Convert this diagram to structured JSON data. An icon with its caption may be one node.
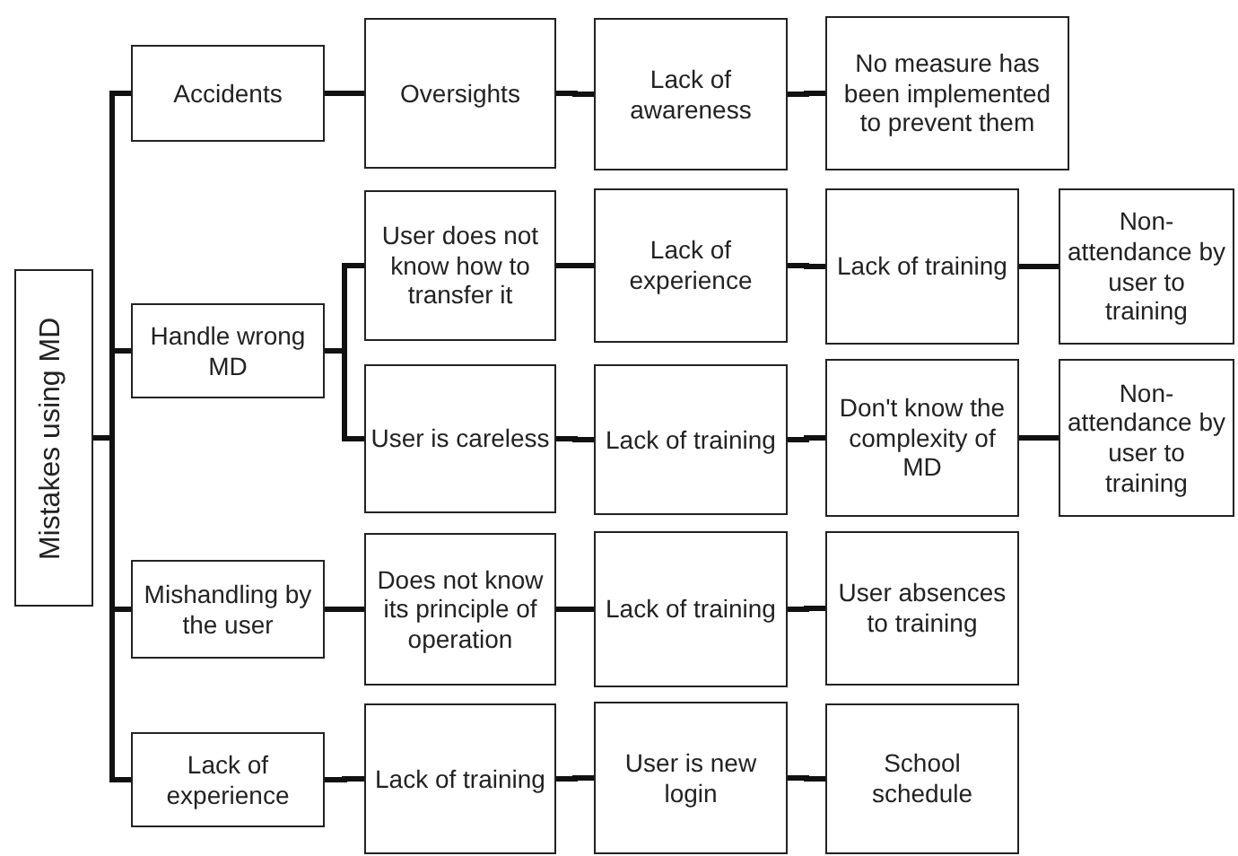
{
  "diagram": {
    "nodes": [
      {
        "text": [
          "Mistakes using MD"
        ]
      },
      {
        "text": [
          "Accidents"
        ]
      },
      {
        "text": [
          "Oversights"
        ]
      },
      {
        "text": [
          "Lack of awareness"
        ]
      },
      {
        "text": [
          "No measure has been implemented to prevent them"
        ]
      },
      {
        "text": [
          "Handle wrong MD"
        ]
      },
      {
        "text": [
          "User does not know how to transfer it"
        ]
      },
      {
        "text": [
          "Lack of experience"
        ]
      },
      {
        "text": [
          "Lack of training"
        ]
      },
      {
        "text": [
          "Non-attendance by user to training"
        ]
      },
      {
        "text": [
          "User is careless"
        ]
      },
      {
        "text": [
          "Lack of training"
        ]
      },
      {
        "text": [
          "Don't know the complexity of MD"
        ]
      },
      {
        "text": [
          "Non-attendance by user to training"
        ]
      },
      {
        "text": [
          "Mishandling by the user"
        ]
      },
      {
        "text": [
          "Does not know its principle of operation"
        ]
      },
      {
        "text": [
          "Lack of training"
        ]
      },
      {
        "text": [
          "User absences to training"
        ]
      },
      {
        "text": [
          "Lack of experience"
        ]
      },
      {
        "text": [
          "Lack of training"
        ]
      },
      {
        "text": [
          "User is new login"
        ]
      },
      {
        "text": [
          "School schedule"
        ]
      }
    ],
    "edges": [
      {
        "from": 0,
        "to": 1,
        "arrow": "none"
      },
      {
        "from": 0,
        "to": 5,
        "arrow": "none"
      },
      {
        "from": 0,
        "to": 14,
        "arrow": "none"
      },
      {
        "from": 0,
        "to": 18,
        "arrow": "none"
      },
      {
        "from": 1,
        "to": 2,
        "arrow": "none"
      },
      {
        "from": 2,
        "to": 3,
        "arrow": "none"
      },
      {
        "from": 3,
        "to": 4,
        "arrow": "none"
      },
      {
        "from": 5,
        "to": 6,
        "arrow": "none"
      },
      {
        "from": 6,
        "to": 7,
        "arrow": "none"
      },
      {
        "from": 7,
        "to": 8,
        "arrow": "none"
      },
      {
        "from": 8,
        "to": 9,
        "arrow": "none"
      },
      {
        "from": 5,
        "to": 10,
        "arrow": "none"
      },
      {
        "from": 10,
        "to": 11,
        "arrow": "none"
      },
      {
        "from": 11,
        "to": 12,
        "arrow": "none"
      },
      {
        "from": 12,
        "to": 13,
        "arrow": "none"
      },
      {
        "from": 14,
        "to": 15,
        "arrow": "none"
      },
      {
        "from": 15,
        "to": 16,
        "arrow": "none"
      },
      {
        "from": 16,
        "to": 17,
        "arrow": "none"
      },
      {
        "from": 18,
        "to": 19,
        "arrow": "none"
      },
      {
        "from": 19,
        "to": 20,
        "arrow": "none"
      },
      {
        "from": 20,
        "to": 21,
        "arrow": "none"
      }
    ]
  }
}
